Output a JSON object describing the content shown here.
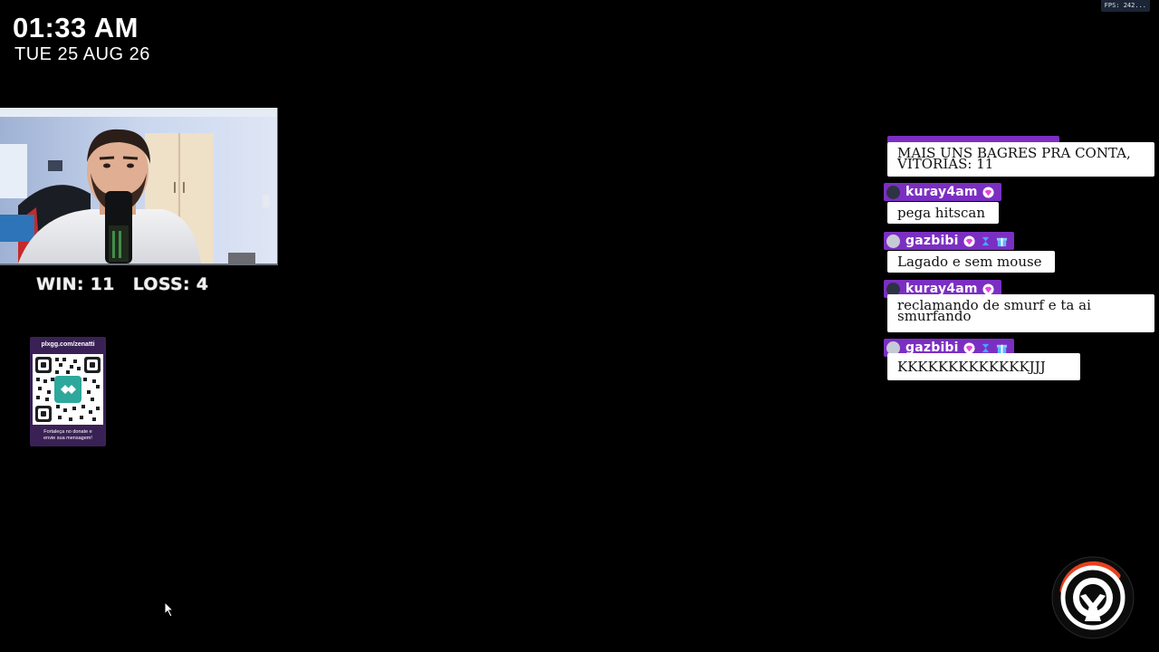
{
  "fps": {
    "label": "FPS: 242..."
  },
  "clock": {
    "time": "01:33 AM",
    "date": "TUE 25 AUG 26"
  },
  "score": {
    "win": "WIN: 11",
    "loss": "LOSS: 4"
  },
  "donate": {
    "url": "plxgg.com/zenatti",
    "caption_line1": "Fortaleça no donate e",
    "caption_line2": "envie sua mensagem!"
  },
  "chat": {
    "messages": [
      {
        "line1": "MAIS UNS BAGRES PRA CONTA,",
        "line2": "VITÓRIAS: 11"
      },
      {
        "user": "kuray4am",
        "text": "pega hitscan"
      },
      {
        "user": "gazbibi",
        "text": "Lagado e sem mouse"
      },
      {
        "user": "kuray4am",
        "line1": "reclamando de smurf e ta ai",
        "line2": "smurfando"
      },
      {
        "user": "gazbibi",
        "text": "KKKKKKKKKKKKKJJJ"
      }
    ]
  },
  "colors": {
    "chat_badge": "#7b2fc2",
    "qr_card": "#3a2155",
    "ow_orange": "#e8401c",
    "background": "#000000"
  },
  "icons": {
    "sub_badge": "gem-icon",
    "gift_badge": "gift-icon",
    "hourglass_badge": "hourglass-icon",
    "game_logo": "overwatch-logo-icon"
  }
}
